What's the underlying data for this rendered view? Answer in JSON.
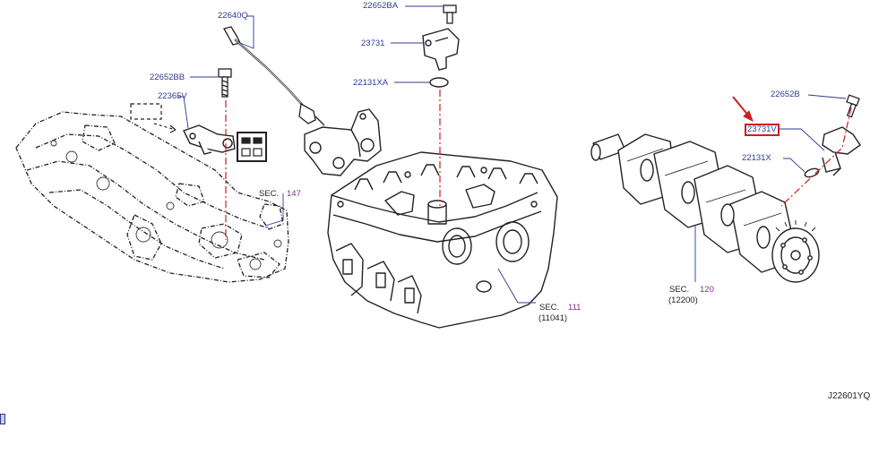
{
  "diagram": {
    "part_labels": {
      "p22640Q": "22640Q",
      "p22652BA": "22652BA",
      "p23731": "23731",
      "p22131XA": "22131XA",
      "p22652BB": "22652BB",
      "p22365V": "22365V",
      "p22652B": "22652B",
      "p23731V": "23731V",
      "p22131X": "22131X"
    },
    "sections": {
      "sec147": {
        "word": "SEC.",
        "number": "147"
      },
      "sec111": {
        "word": "SEC.",
        "number": "111",
        "sub": "(11041)"
      },
      "sec120": {
        "word": "SEC.",
        "number": "120",
        "sub": "(12200)"
      }
    },
    "diagram_code": "J22601YQ",
    "colors": {
      "label_blue": "#2f3a94",
      "section_purple": "#8a2a9a",
      "highlight_red": "#cc1f1f",
      "line_black": "#222222"
    }
  }
}
